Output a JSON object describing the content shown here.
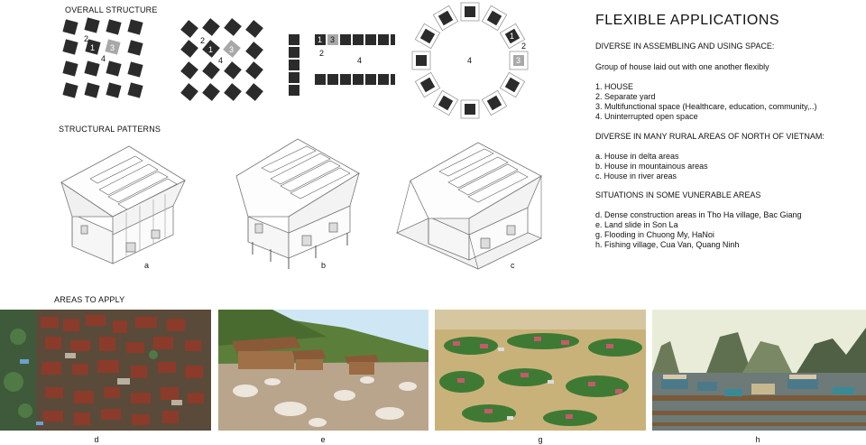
{
  "labels": {
    "overall_structure": "OVERALL STRUCTURE",
    "structural_patterns": "STRUCTURAL PATTERNS",
    "areas_to_apply": "AREAS TO APPLY"
  },
  "structure_numbers": {
    "n1": "1",
    "n2": "2",
    "n3": "3",
    "n4": "4"
  },
  "pattern_captions": [
    "a",
    "b",
    "c"
  ],
  "photo_captions": [
    "d",
    "e",
    "g",
    "h"
  ],
  "right_panel": {
    "title": "FLEXIBLE APPLICATIONS",
    "diverse_space": "DIVERSE IN ASSEMBLING AND USING SPACE:",
    "group_text": "Group of house laid out with one another flexibly",
    "legend": [
      "1. HOUSE",
      "2. Separate yard",
      "3. Multifunctional space (Healthcare, education, community,..)",
      "4. Uninterrupted open space"
    ],
    "diverse_areas": "DIVERSE IN MANY RURAL AREAS OF NORTH OF VIETNAM:",
    "areas": [
      "a. House in delta areas",
      "b. House in mountainous areas",
      "c. House in river areas"
    ],
    "situations_title": "SITUATIONS IN SOME VUNERABLE AREAS",
    "situations": [
      "d. Dense construction areas in Tho Ha village, Bac Giang",
      "e. Land slide in Son La",
      "g. Flooding in Chuong My, HaNoi",
      "h. Fishing village, Cua Van, Quang Ninh"
    ]
  },
  "colors": {
    "block": "#2b2b2b",
    "multifunction": "#a8a8a8",
    "sky": "#cfe6f5",
    "flood": "#c9b27a"
  }
}
